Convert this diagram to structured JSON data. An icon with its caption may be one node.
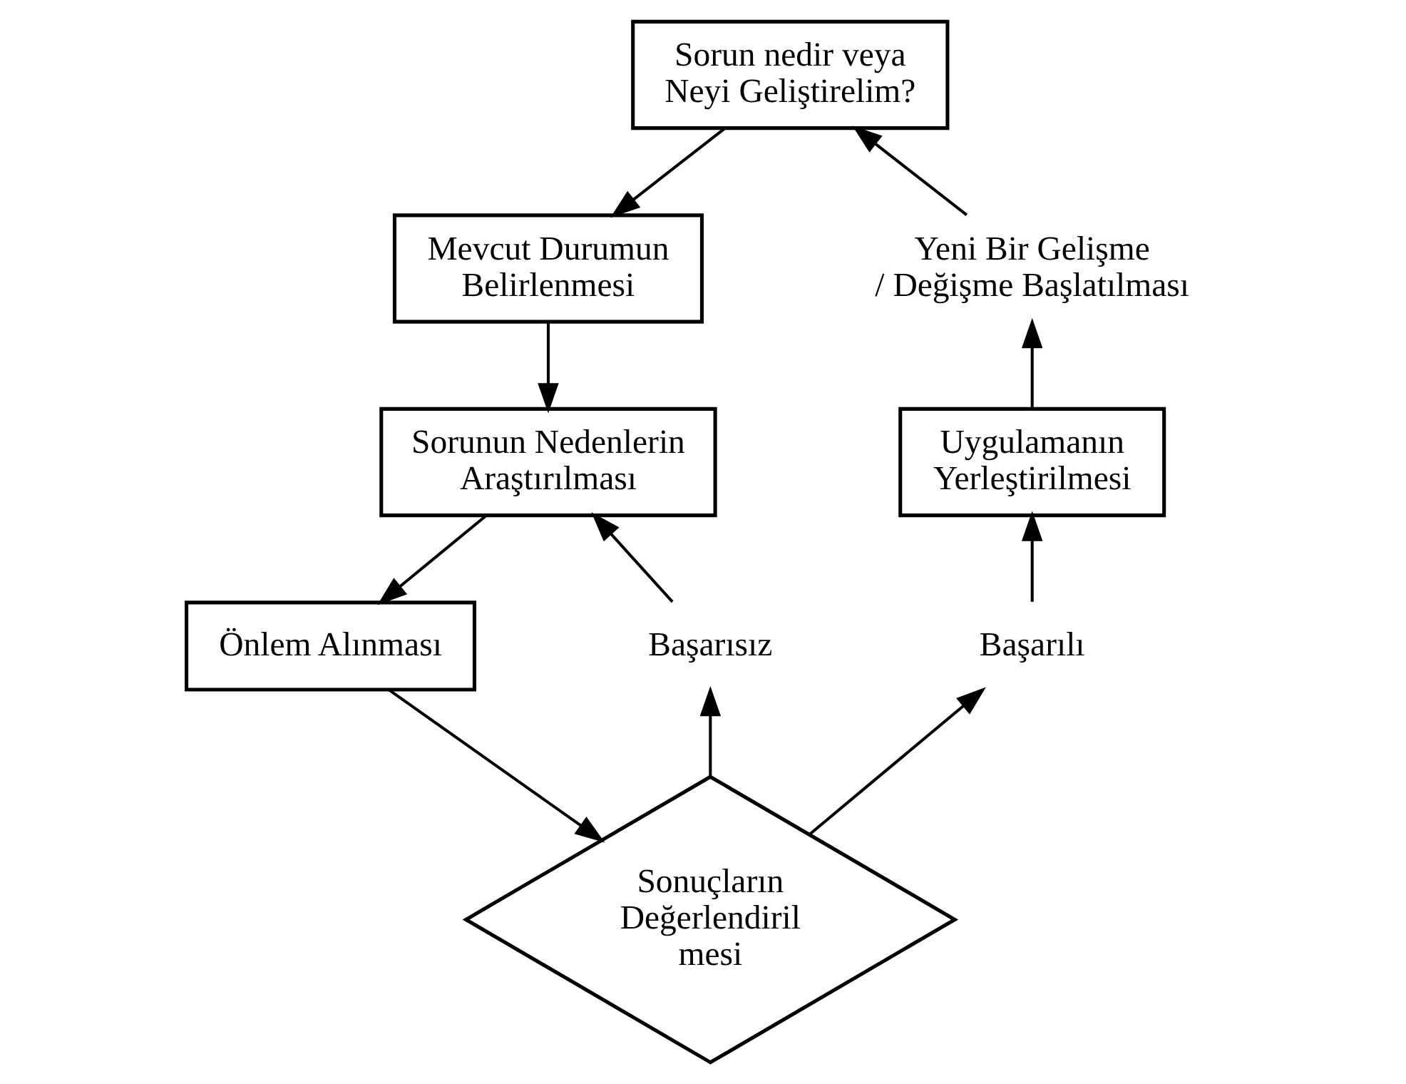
{
  "diagram": {
    "nodes": [
      {
        "text": [
          "Sorun nedir veya Neyi Geliştirelim?"
        ]
      },
      {
        "text": [
          "Mevcut Durumun Belirlenmesi"
        ]
      },
      {
        "text": [
          "Sorunun Nedenlerin Araştırılması"
        ]
      },
      {
        "text": [
          "Önlem Alınması"
        ]
      },
      {
        "text": [
          "Sonuçların Değerlendiril mesi"
        ]
      },
      {
        "text": [
          "Başarısız"
        ]
      },
      {
        "text": [
          "Başarılı"
        ]
      },
      {
        "text": [
          "Uygulamanın Yerleştirilmesi"
        ]
      },
      {
        "text": [
          "Yeni Bir Gelişme / Değişme Başlatılması"
        ]
      }
    ],
    "edges": [
      {
        "from": 0,
        "to": 1,
        "arrow": "to"
      },
      {
        "from": 1,
        "to": 2,
        "arrow": "to"
      },
      {
        "from": 2,
        "to": 3,
        "arrow": "to"
      },
      {
        "from": 3,
        "to": 4,
        "arrow": "to"
      },
      {
        "from": 4,
        "to": 5,
        "arrow": "to"
      },
      {
        "from": 5,
        "to": 2,
        "arrow": "to"
      },
      {
        "from": 4,
        "to": 6,
        "arrow": "to"
      },
      {
        "from": 6,
        "to": 7,
        "arrow": "to"
      },
      {
        "from": 7,
        "to": 8,
        "arrow": "to"
      },
      {
        "from": 8,
        "to": 0,
        "arrow": "to"
      }
    ]
  }
}
